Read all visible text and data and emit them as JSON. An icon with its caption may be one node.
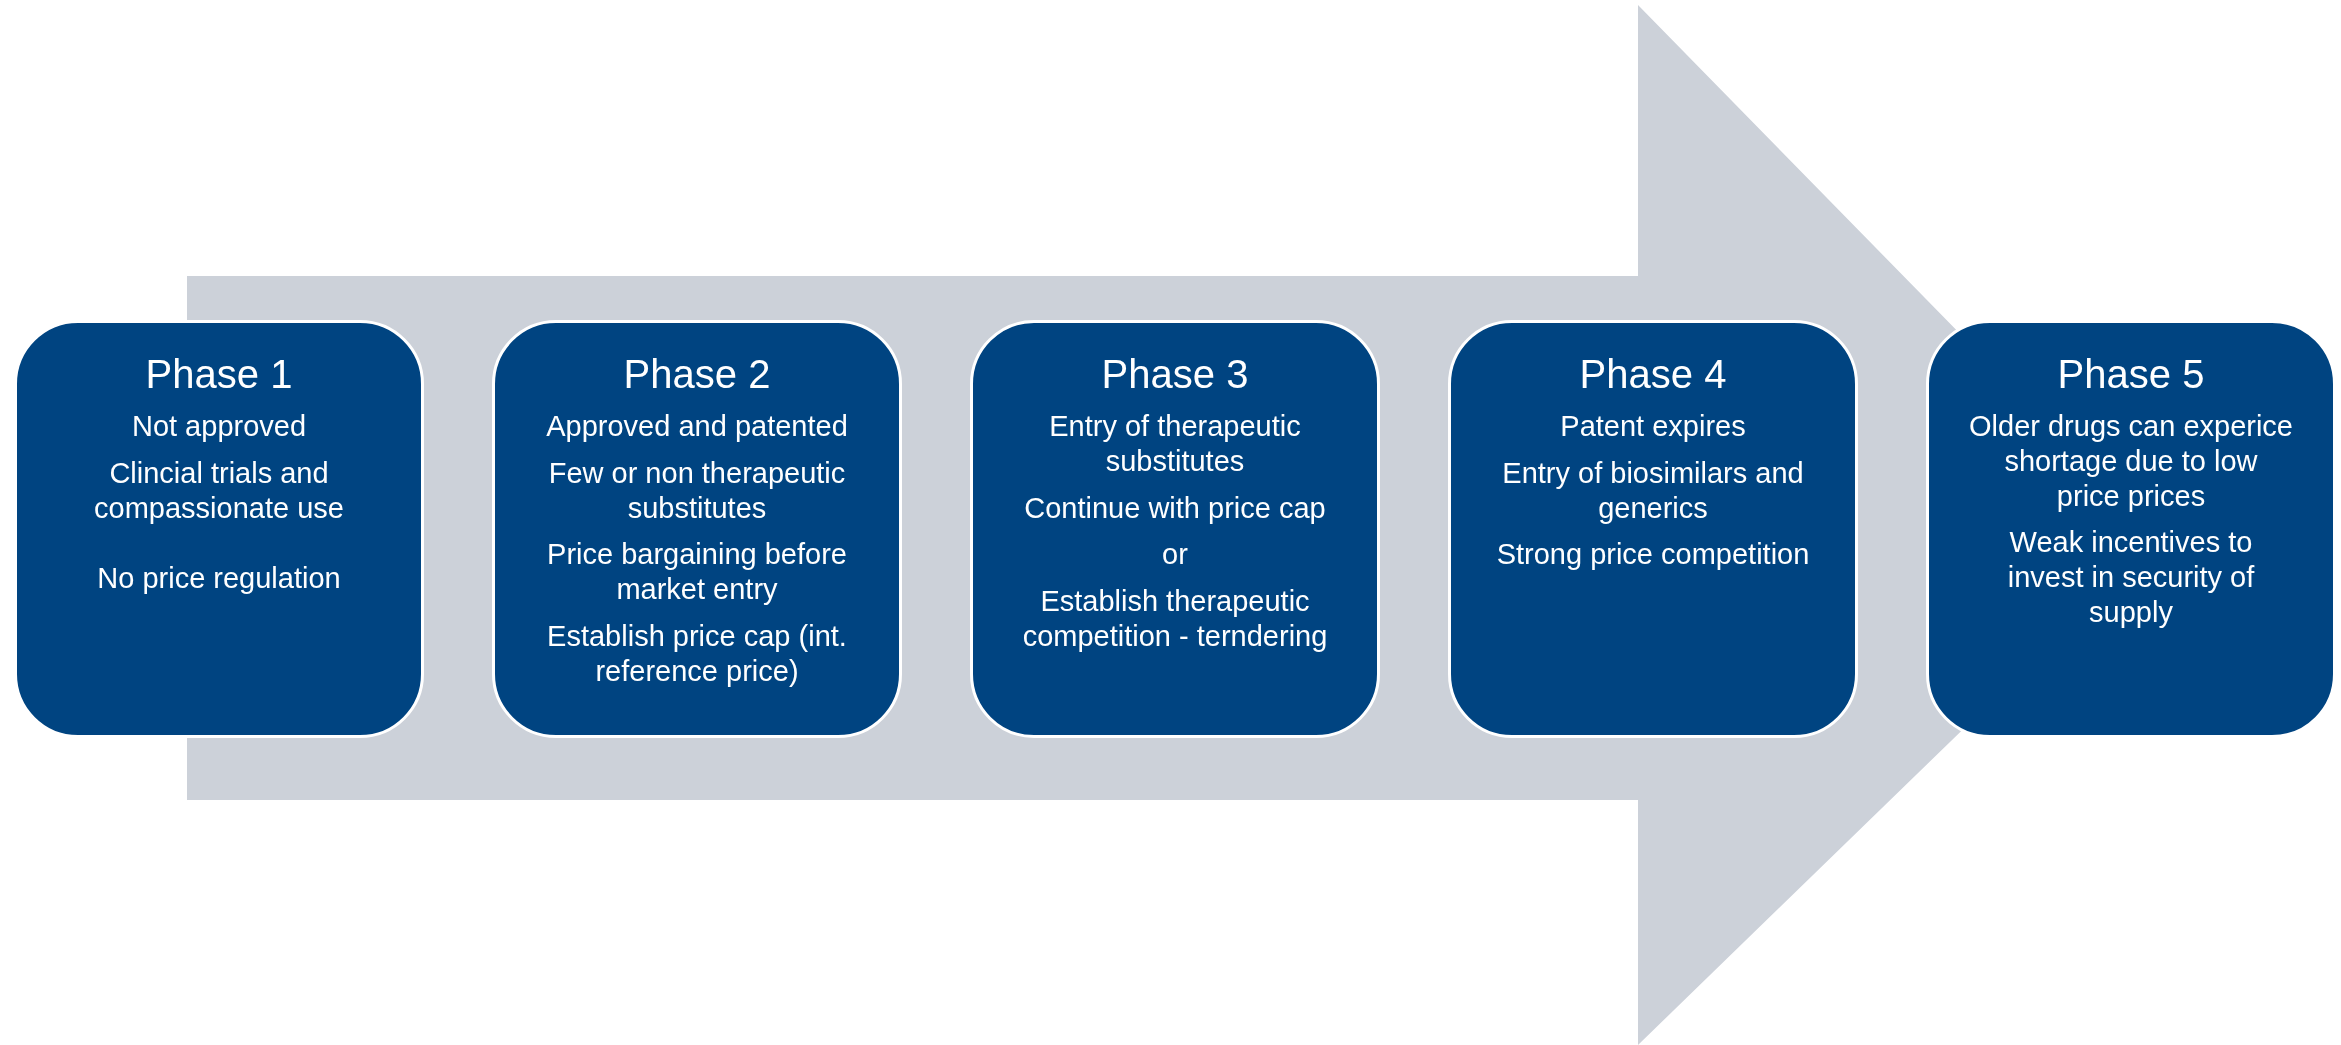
{
  "diagram": {
    "nodes": [
      {
        "text": [
          "Phase 1",
          "Not approved",
          "Clincial trials and compassionate use",
          "No price regulation"
        ]
      },
      {
        "text": [
          "Phase 2",
          "Approved and patented",
          "Few or non therapeutic substitutes",
          "Price bargaining  before market entry",
          "Establish price cap (int. reference price)"
        ]
      },
      {
        "text": [
          "Phase 3",
          "Entry of therapeutic substitutes",
          "Continue with price cap",
          "or",
          "Establish therapeutic competition - terndering"
        ]
      },
      {
        "text": [
          "Phase 4",
          "Patent expires",
          "Entry of biosimilars and generics",
          "Strong price competition"
        ]
      },
      {
        "text": [
          "Phase 5",
          "Older drugs can experice shortage due to low price prices",
          "Weak incentives to invest in security of supply"
        ]
      }
    ],
    "edges": [
      {
        "from": 0,
        "to": 4,
        "arrow": "to"
      }
    ]
  }
}
